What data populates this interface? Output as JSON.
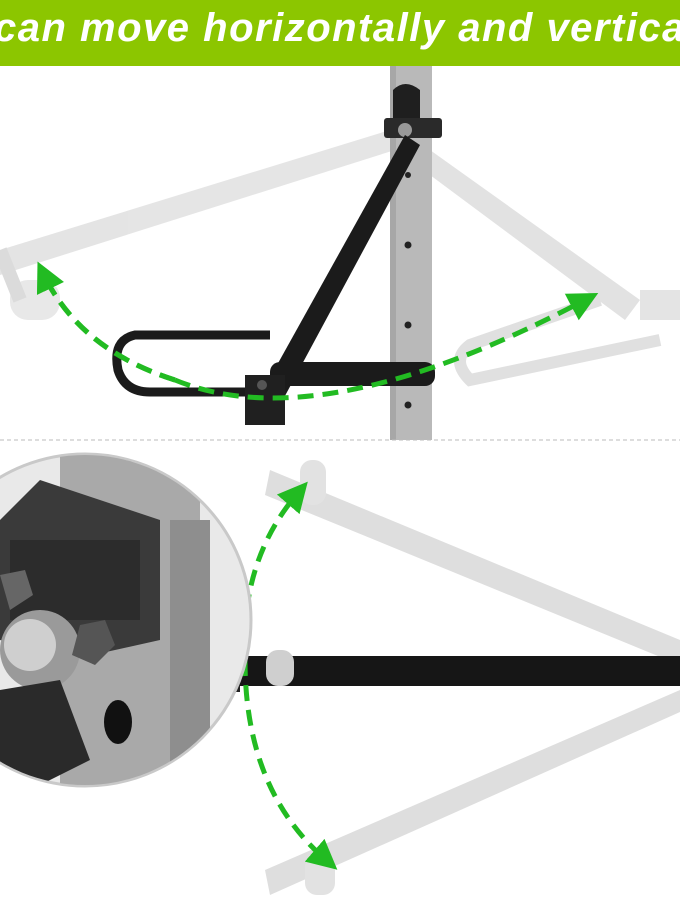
{
  "banner": {
    "text": "can move horizontally and vertically",
    "color": "#8cc600"
  },
  "colors": {
    "arrow": "#22bb22",
    "arm": "#1a1a1a",
    "post": "#b9b9b9",
    "ghost": "#dcdcdc"
  },
  "icons": [
    "curved-dashed-arrow-horizontal",
    "curved-dashed-arrow-vertical",
    "magnified-swivel-joint"
  ]
}
